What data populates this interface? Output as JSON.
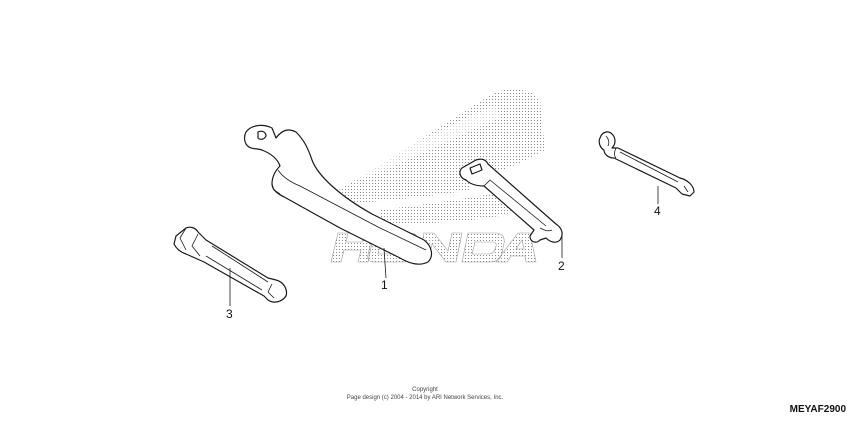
{
  "callouts": {
    "part1": "1",
    "part2": "2",
    "part3": "3",
    "part4": "4"
  },
  "copyright": {
    "line1": "Copyright",
    "line2": "Page design (c) 2004 - 2014 by ARI Network Services, Inc."
  },
  "diagram_code": "MEYAF2900",
  "watermark": {
    "text": "HONDA",
    "icon": "honda-wing-logo"
  },
  "parts": {
    "part1": {
      "icon": "pin-spanner-wrench-icon"
    },
    "part2": {
      "icon": "double-end-wrench-icon"
    },
    "part3": {
      "icon": "socket-extension-icon"
    },
    "part4": {
      "icon": "spoke-pin-icon"
    }
  }
}
